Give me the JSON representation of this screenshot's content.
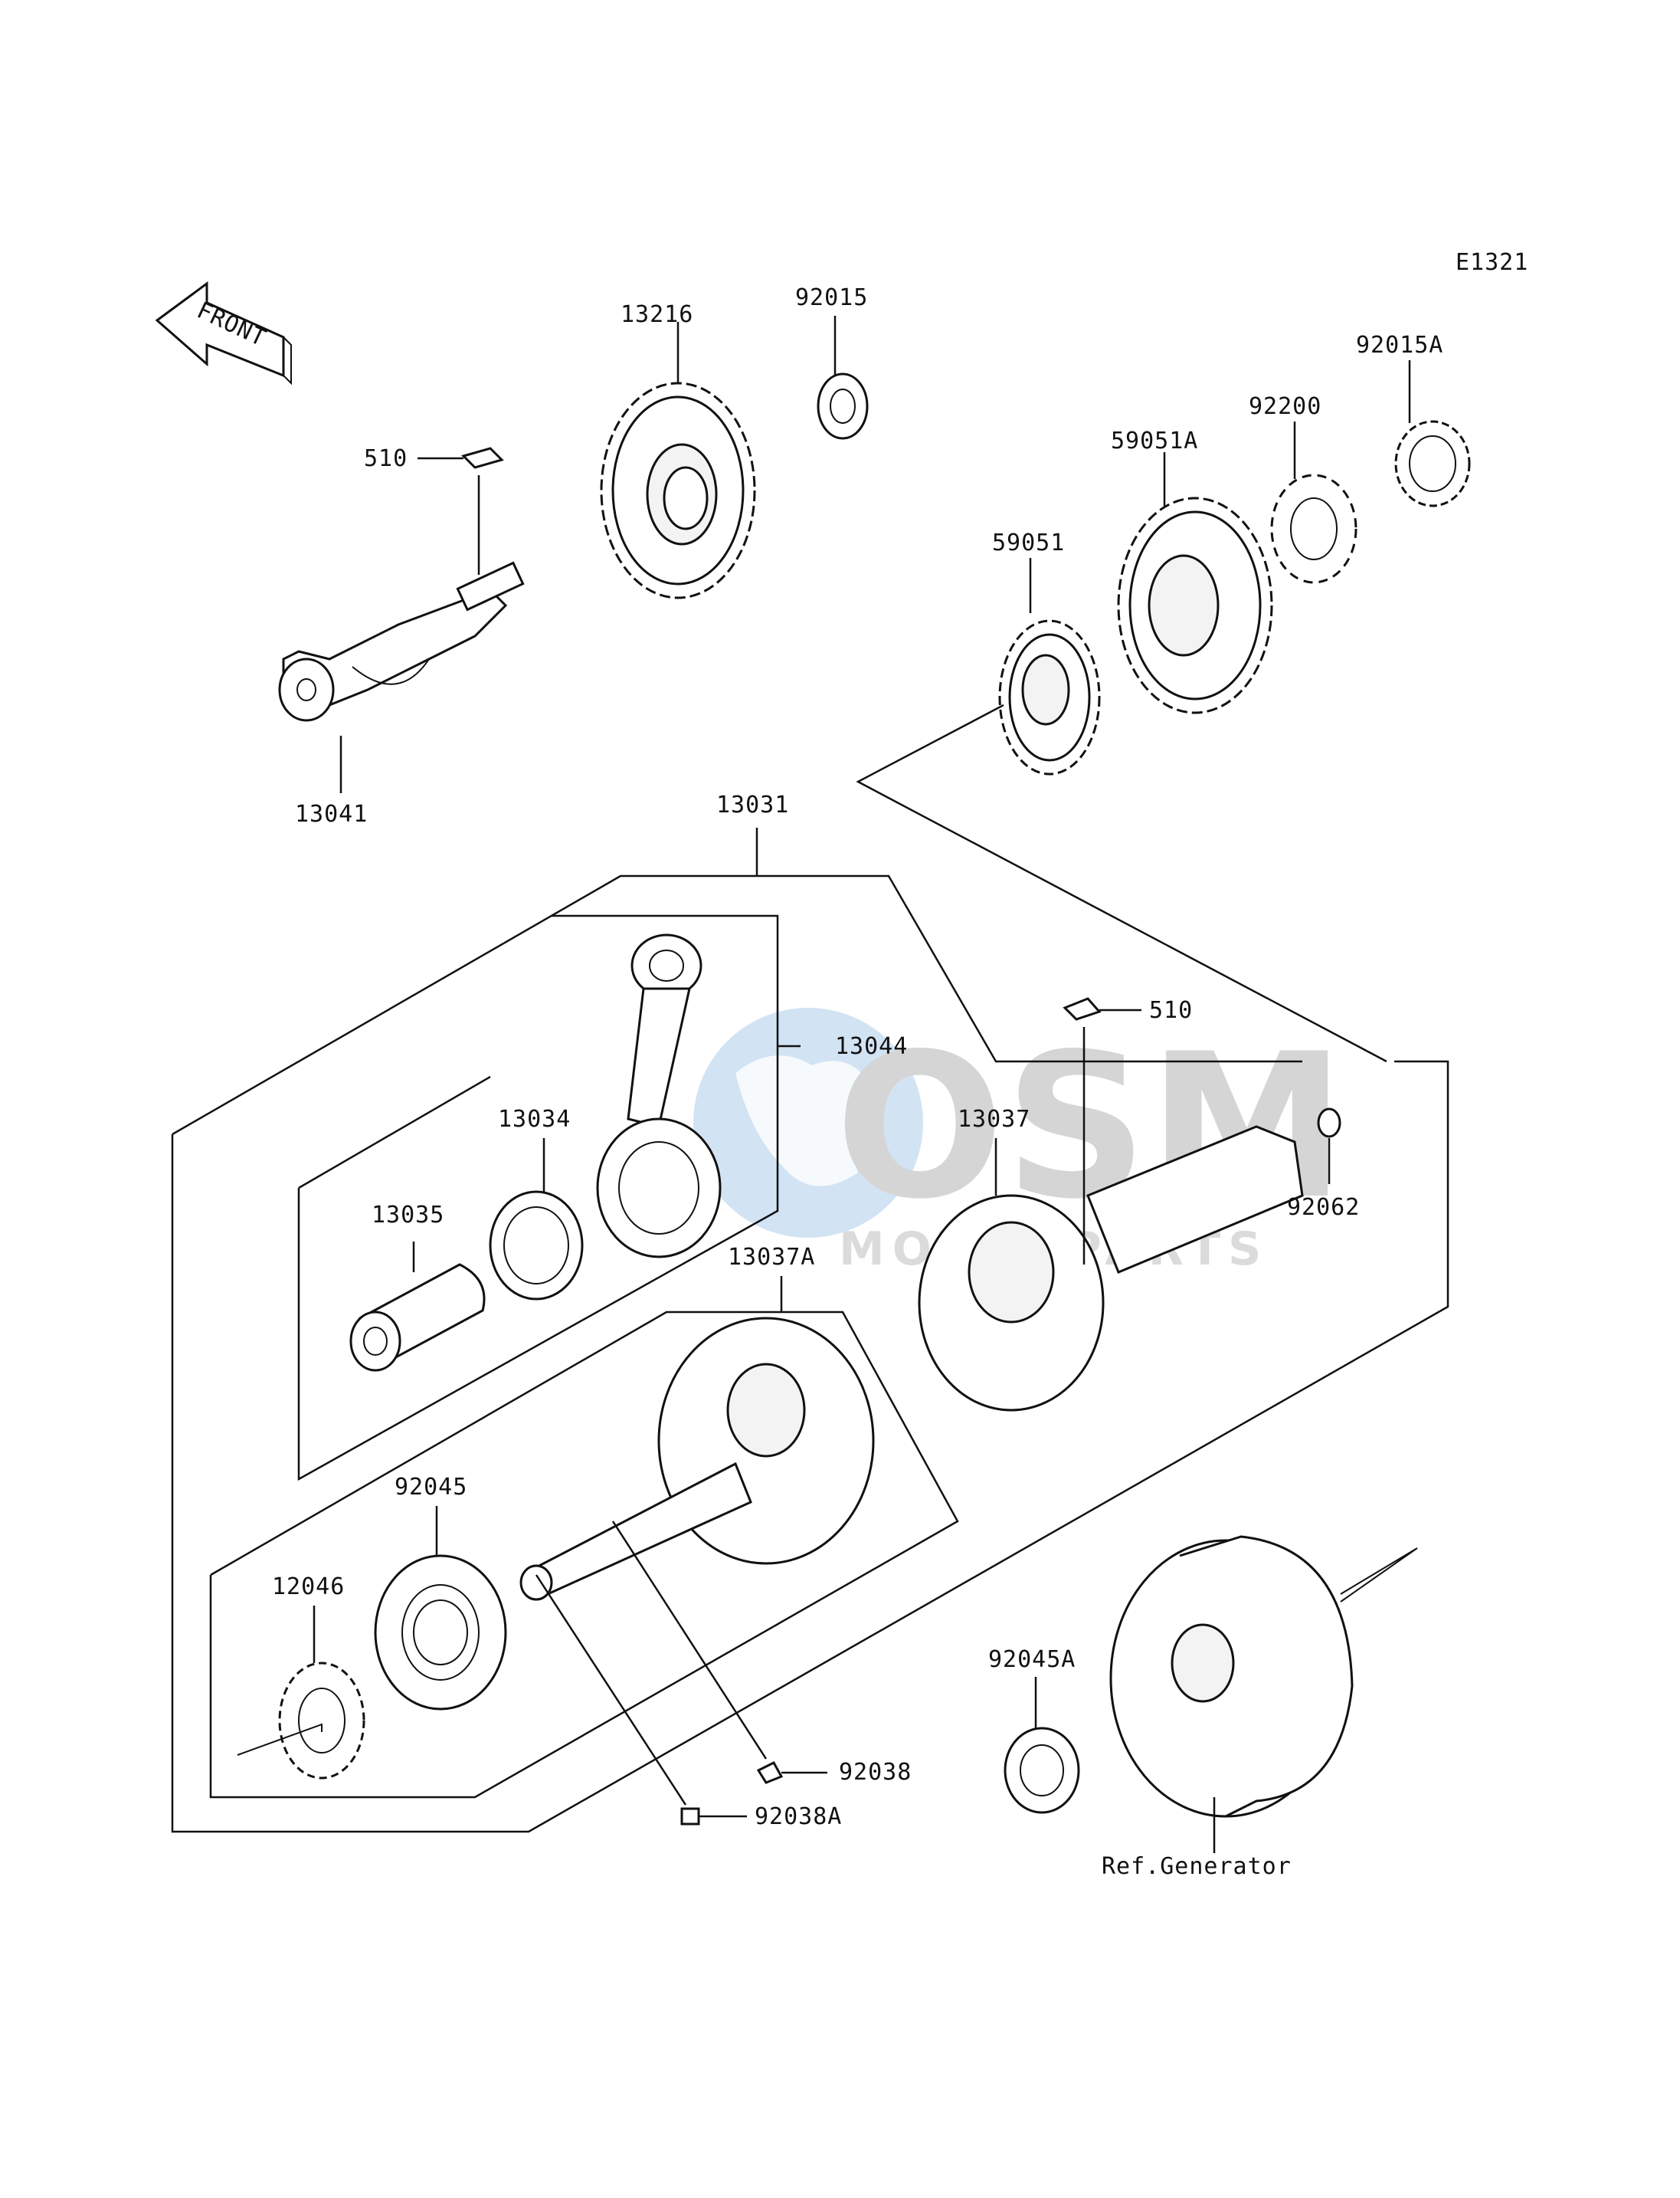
{
  "diagram_code": "E1321",
  "front_label": "FRONT",
  "watermark": {
    "main": "OSM",
    "sub": "MOTORPARTS"
  },
  "labels": {
    "p13216": "13216",
    "p92015": "92015",
    "p92015A": "92015A",
    "p92200": "92200",
    "p59051A": "59051A",
    "p59051": "59051",
    "p510_top": "510",
    "p13041": "13041",
    "p13031": "13031",
    "p510_mid": "510",
    "p13044": "13044",
    "p13034": "13034",
    "p13037": "13037",
    "p92062": "92062",
    "p13035": "13035",
    "p13037A": "13037A",
    "p92045": "92045",
    "p12046": "12046",
    "p92045A": "92045A",
    "p92038": "92038",
    "p92038A": "92038A",
    "ref_generator": "Ref.Generator"
  }
}
